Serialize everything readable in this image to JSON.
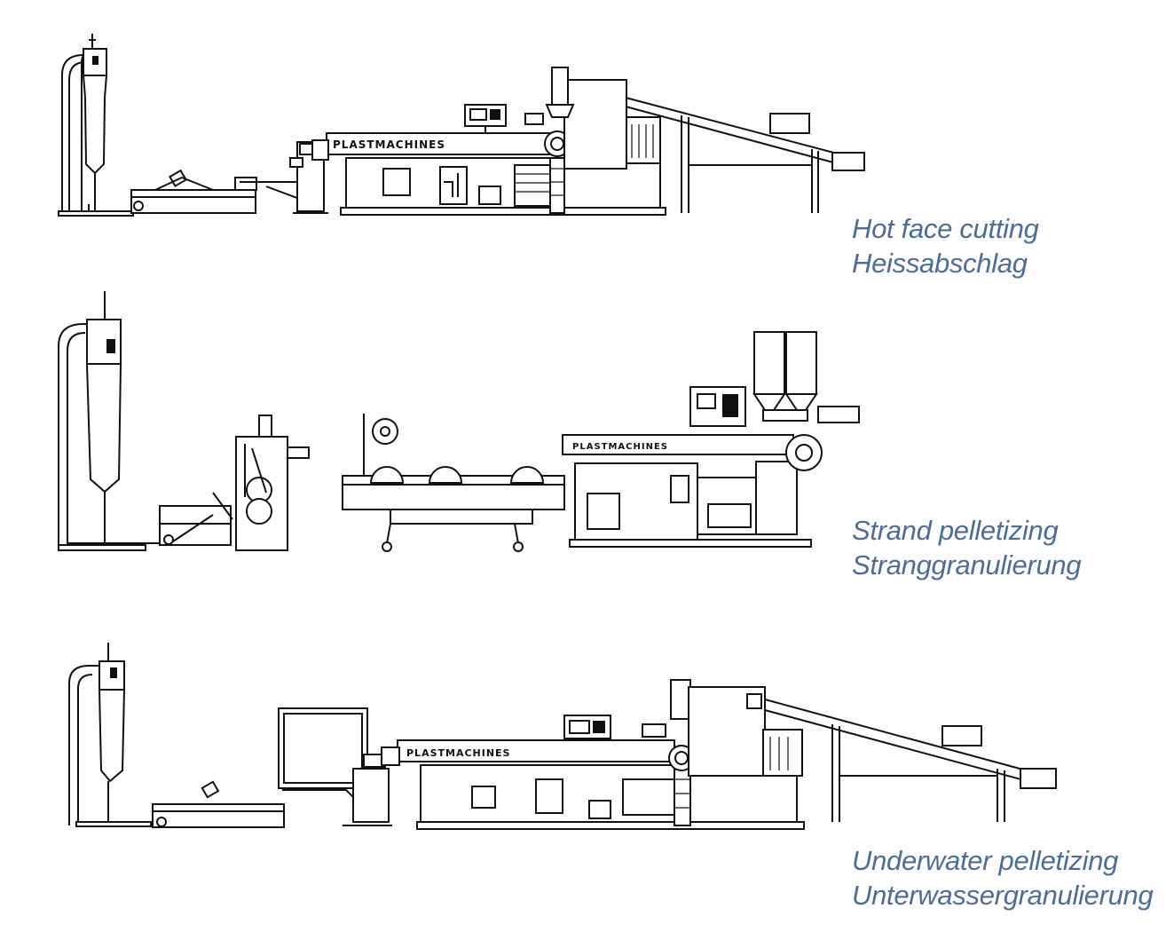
{
  "brand_text": "PLASTMACHINES",
  "lines": [
    {
      "en": "Hot face cutting",
      "de": "Heissabschlag"
    },
    {
      "en": "Strand pelletizing",
      "de": "Stranggranulierung"
    },
    {
      "en": "Underwater pelletizing",
      "de": "Unterwassergranulierung"
    }
  ],
  "colors": {
    "label": "#4a6d99",
    "drawing": "#111111"
  }
}
